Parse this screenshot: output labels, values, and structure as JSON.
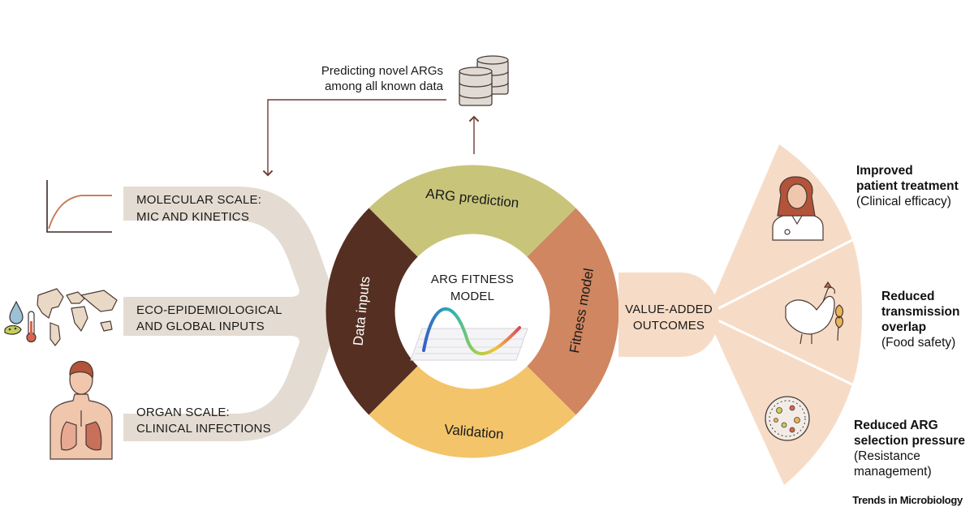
{
  "top_note": {
    "line1": "Predicting novel ARGs",
    "line2": "among all known data"
  },
  "inputs": [
    {
      "line1": "MOLECULAR SCALE:",
      "line2": "MIC AND KINETICS"
    },
    {
      "line1": "ECO-EPIDEMIOLOGICAL",
      "line2": "AND GLOBAL INPUTS"
    },
    {
      "line1": "ORGAN SCALE:",
      "line2": "CLINICAL INFECTIONS"
    }
  ],
  "ring": {
    "top": "ARG prediction",
    "left": "Data inputs",
    "right": "Fitness model",
    "bottom": "Validation",
    "center_line1": "ARG FITNESS",
    "center_line2": "MODEL"
  },
  "hub": {
    "line1": "VALUE-ADDED",
    "line2": "OUTCOMES"
  },
  "outcomes": [
    {
      "title_lines": [
        "Improved",
        "patient treatment"
      ],
      "sub_lines": [
        "(Clinical efficacy)"
      ]
    },
    {
      "title_lines": [
        "Reduced",
        "transmission",
        "overlap"
      ],
      "sub_lines": [
        "(Food safety)"
      ]
    },
    {
      "title_lines": [
        "Reduced ARG",
        "selection pressure"
      ],
      "sub_lines": [
        "(Resistance",
        "management)"
      ]
    }
  ],
  "credit": "Trends in Microbiology",
  "colors": {
    "band": "#e4dcd2",
    "ring_top": "#c8c57b",
    "ring_left": "#542f22",
    "ring_right": "#d08660",
    "ring_bottom": "#f3c46a",
    "fan": "#f6dcc7",
    "arrow": "#6e3b36"
  },
  "icons": [
    "saturation-curve-icon",
    "world-map-icon",
    "water-drop-icon",
    "bacterium-icon",
    "thermometer-icon",
    "human-lungs-icon",
    "database-icon",
    "fitness-curve-icon",
    "doctor-icon",
    "chicken-wheat-icon",
    "petri-dish-icon"
  ]
}
